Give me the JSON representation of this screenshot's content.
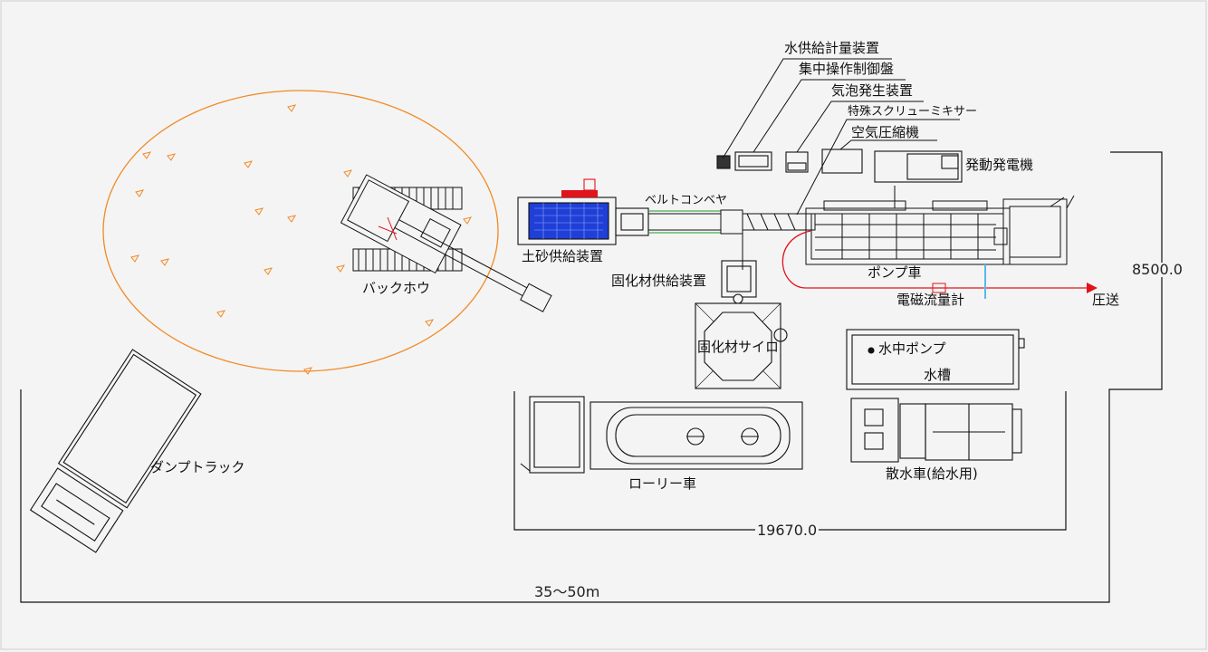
{
  "labels": {
    "water_supply_meter": "水供給計量装置",
    "central_control_panel": "集中操作制御盤",
    "foam_generator": "気泡発生装置",
    "special_screw_mixer": "特殊スクリューミキサー",
    "air_compressor": "空気圧縮機",
    "generator": "発動発電機",
    "belt_conveyor": "ベルトコンベヤ",
    "soil_supply_device": "土砂供給装置",
    "backhoe": "バックホウ",
    "pump_truck": "ポンプ車",
    "solidifier_supply_device": "固化材供給装置",
    "electromagnetic_flowmeter": "電磁流量計",
    "pressure_feed": "圧送",
    "solidifier_silo": "固化材サイロ",
    "submersible_pump": "水中ポンプ",
    "water_tank": "水槽",
    "dump_truck": "ダンプトラック",
    "lorry_truck": "ローリー車",
    "sprinkler_truck": "散水車(給水用)"
  },
  "dimensions": {
    "width_inner": "19670.0",
    "height_right": "8500.0",
    "width_outer": "35〜50m"
  },
  "colors": {
    "line": "#1a1a1a",
    "swing_radius": "#f08a24",
    "hopper_fill": "#1f3fd6",
    "flow_arrow": "#e0141a",
    "flowmeter": "#5ab8e8",
    "conveyor_green": "#1e9a2a",
    "background": "#f4f4f4"
  }
}
